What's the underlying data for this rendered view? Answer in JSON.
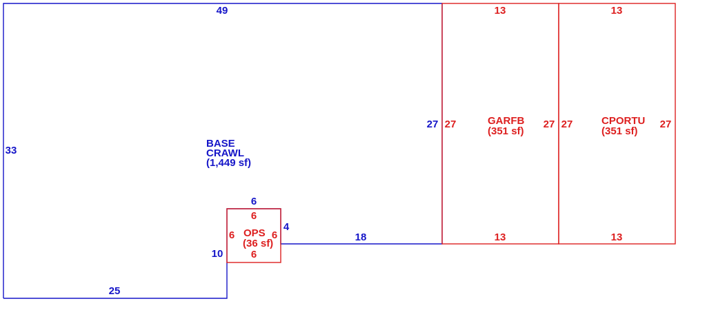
{
  "colors": {
    "base": "#1515c8",
    "addition": "#dd1f1f",
    "background": "#ffffff"
  },
  "base": {
    "name": "BASE",
    "subname": "CRAWL",
    "area": "(1,449 sf)",
    "dims": {
      "top": "49",
      "left": "33",
      "bottom": "25",
      "notch_left": "10",
      "notch_top": "6",
      "notch_right": "4",
      "right_bottom": "18",
      "right": "27"
    }
  },
  "ops": {
    "name": "OPS",
    "area": "(36 sf)",
    "dims": {
      "top": "6",
      "left": "6",
      "right": "6",
      "bottom": "6"
    }
  },
  "garfb": {
    "name": "GARFB",
    "area": "(351 sf)",
    "dims": {
      "top": "13",
      "left": "27",
      "right": "27",
      "bottom": "13"
    }
  },
  "cportu": {
    "name": "CPORTU",
    "area": "(351 sf)",
    "dims": {
      "top": "13",
      "left": "27",
      "right": "27",
      "bottom": "13"
    }
  }
}
